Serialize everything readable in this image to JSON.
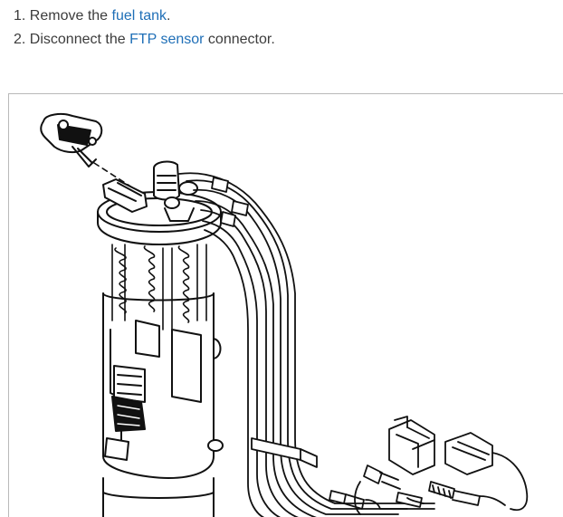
{
  "steps": [
    {
      "number": "1.",
      "before": "Remove the ",
      "link": "fuel tank",
      "after": "."
    },
    {
      "number": "2.",
      "before": "Disconnect the ",
      "link": "FTP sensor",
      "after": " connector."
    }
  ],
  "colors": {
    "text": "#3c3c3c",
    "link": "#1f6fb7",
    "figure_border": "#b9b9b9",
    "line_art": "#111111"
  }
}
